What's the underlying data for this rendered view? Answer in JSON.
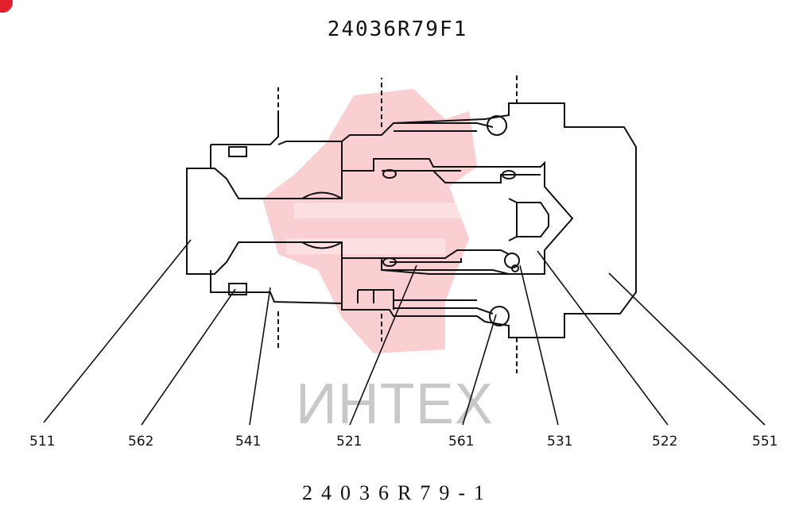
{
  "drawing_code_top": "24036R79F1",
  "drawing_code_bottom": "24036R79-1",
  "watermark": {
    "text": "ИНТЕХ",
    "color": "#e8262d"
  },
  "part_labels": [
    "511",
    "562",
    "541",
    "521",
    "561",
    "531",
    "522",
    "551"
  ]
}
